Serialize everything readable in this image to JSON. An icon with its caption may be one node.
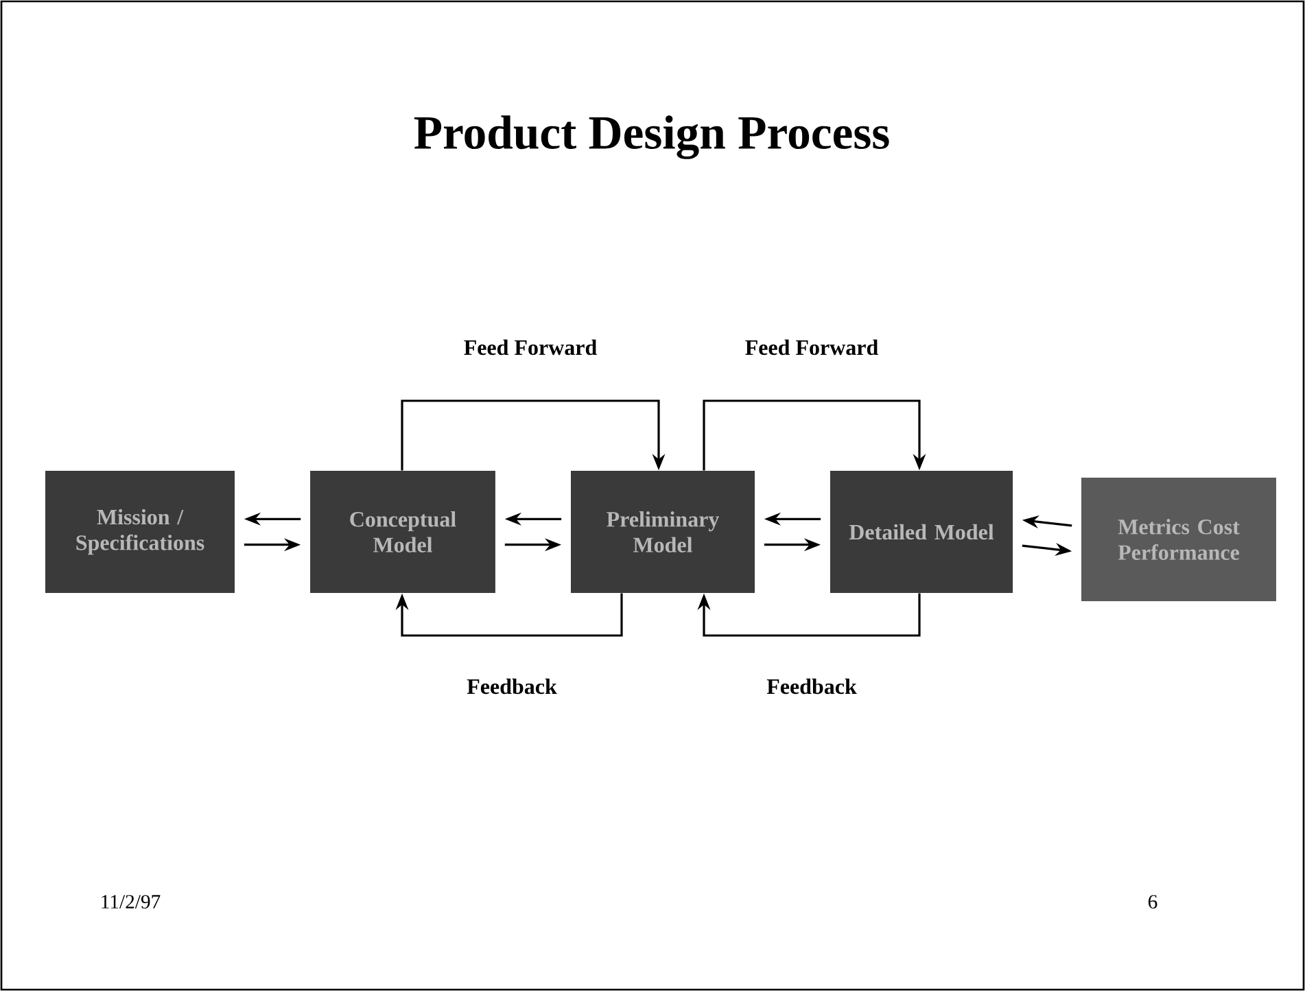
{
  "diagram": {
    "title": "Product Design Process",
    "nodes": [
      {
        "text": [
          "Mission / Specifications"
        ]
      },
      {
        "text": [
          "Conceptual Model"
        ]
      },
      {
        "text": [
          "Preliminary Model"
        ]
      },
      {
        "text": [
          "Detailed Model"
        ]
      },
      {
        "text": [
          "Metrics Cost Performance"
        ]
      }
    ],
    "edges": [
      {
        "from": 1,
        "to": 0,
        "arrow": "to"
      },
      {
        "from": 0,
        "to": 1,
        "arrow": "to"
      },
      {
        "from": 2,
        "to": 1,
        "arrow": "to"
      },
      {
        "from": 1,
        "to": 2,
        "arrow": "to"
      },
      {
        "from": 3,
        "to": 2,
        "arrow": "to"
      },
      {
        "from": 2,
        "to": 3,
        "arrow": "to"
      },
      {
        "from": 4,
        "to": 3,
        "arrow": "to"
      },
      {
        "from": 3,
        "to": 4,
        "arrow": "to"
      },
      {
        "from": 1,
        "to": 2,
        "arrow": "to",
        "label": "Feed Forward"
      },
      {
        "from": 2,
        "to": 3,
        "arrow": "to",
        "label": "Feed Forward"
      },
      {
        "from": 2,
        "to": 1,
        "arrow": "to",
        "label": "Feedback"
      },
      {
        "from": 3,
        "to": 2,
        "arrow": "to",
        "label": "Feedback"
      }
    ],
    "labels": [
      "11/2/97",
      "6"
    ]
  }
}
